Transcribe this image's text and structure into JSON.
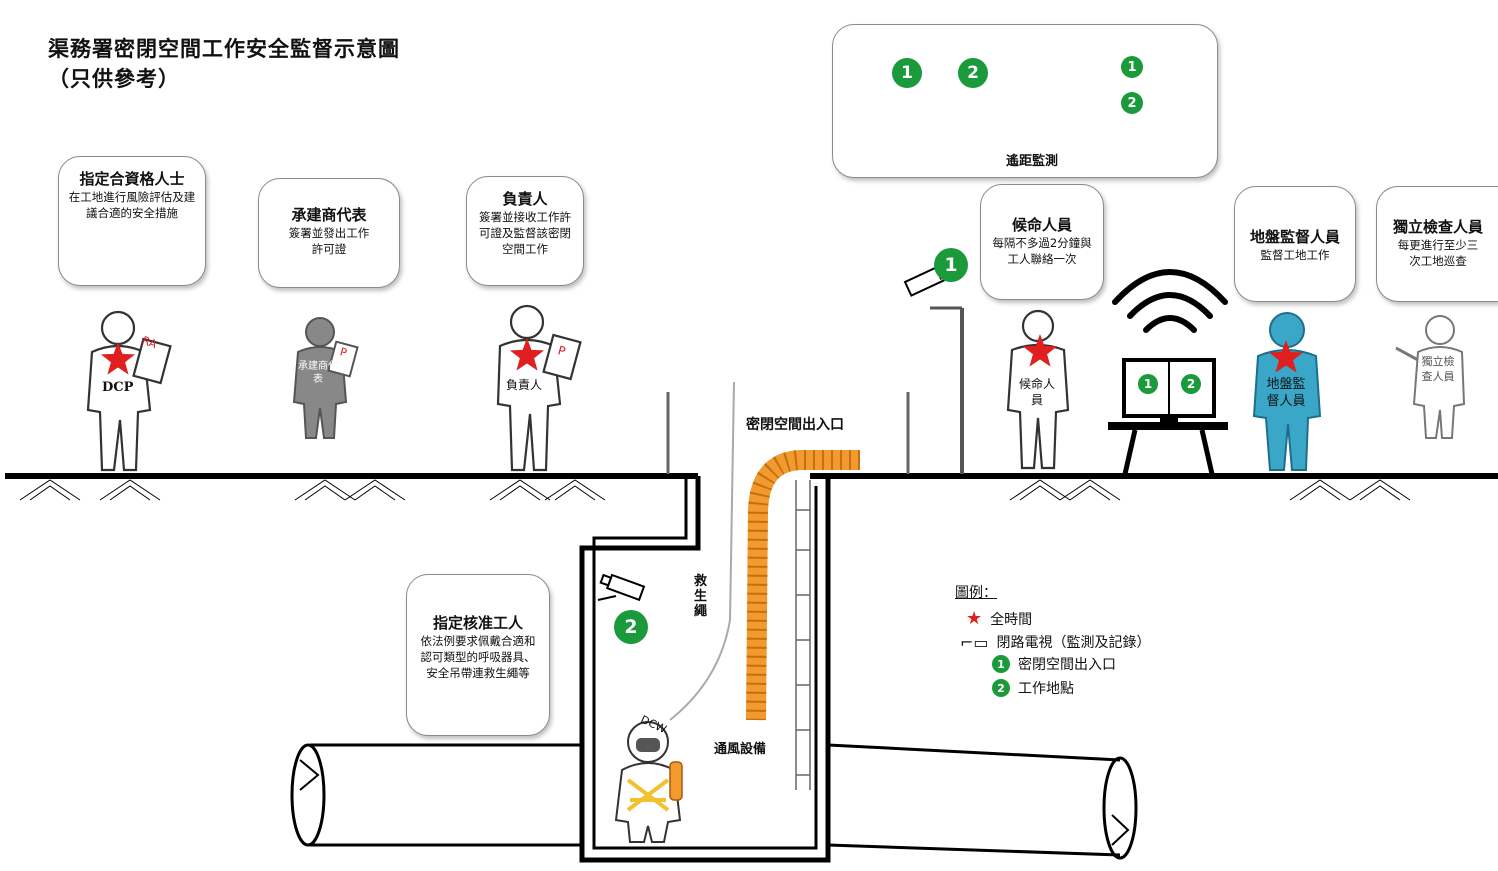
{
  "title": {
    "line1": "渠務署密閉空間工作安全監督示意圖",
    "line2": "（只供參考）"
  },
  "remote": {
    "label": "遙距監測",
    "screen1": "1",
    "screen2": "2"
  },
  "roles": {
    "dcp": {
      "title": "指定合資格人士",
      "desc": "在工地進行風險評估及建議合適的安全措施",
      "figure_label": "DCP",
      "badge": "RA"
    },
    "contractor": {
      "title": "承建商代表",
      "desc": "簽署並發出工作許可證",
      "figure_label": "承建商代表"
    },
    "responsible": {
      "title": "負責人",
      "desc": "簽署並接收工作許可證及監督該密閉空間工作",
      "figure_label": "負責人",
      "badge": "P"
    },
    "standby": {
      "title": "候命人員",
      "desc": "每隔不多過2分鐘與工人聯絡一次",
      "figure_label": "候命人員"
    },
    "site_supervisor": {
      "title": "地盤監督人員",
      "desc": "監督工地工作",
      "figure_label": "地盤監督人員"
    },
    "inspector": {
      "title": "獨立檢查人員",
      "desc": "每更進行至少三次工地巡查",
      "figure_label": "獨立檢查人員"
    },
    "worker": {
      "title": "指定核准工人",
      "desc": "依法例要求佩戴合適和認可類型的呼吸器具、安全吊帶連救生繩等",
      "figure_label": "DCW"
    },
    "badge_p": "P"
  },
  "labels": {
    "entrance": "密閉空間出入口",
    "lifeline": "救生繩",
    "ventilation": "通風設備",
    "camera1": "1",
    "camera2": "2"
  },
  "legend": {
    "title": "圖例：",
    "star": "全時間",
    "cctv": "閉路電視（監測及記錄）",
    "item1_num": "1",
    "item1": "密閉空間出入口",
    "item2_num": "2",
    "item2": "工作地點"
  },
  "colors": {
    "star": "#e02020",
    "green": "#1a9a3b",
    "duct": "#f29a2e",
    "supervisor": "#3aa7c9",
    "harness": "#f2c12e"
  }
}
